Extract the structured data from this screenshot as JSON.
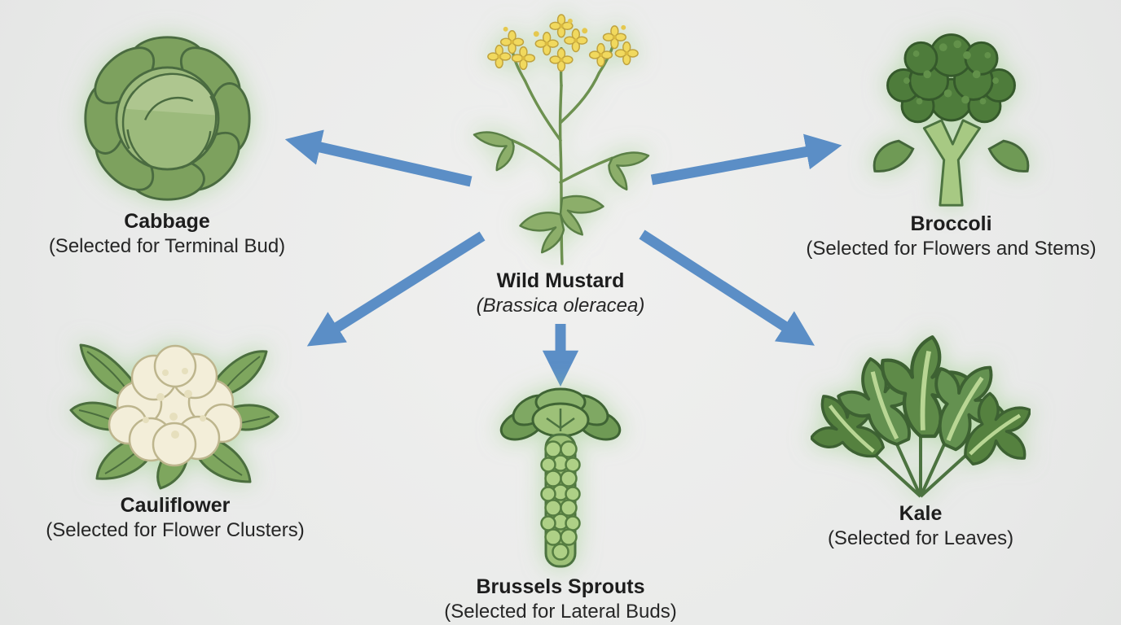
{
  "diagram": {
    "background_color": "#e9eae9",
    "arrow_color": "#5b8ec6",
    "center": {
      "name": "Wild Mustard",
      "subtitle": "(Brassica oleracea)"
    },
    "nodes": [
      {
        "id": "cabbage",
        "name": "Cabbage",
        "trait": "(Selected for Terminal Bud)"
      },
      {
        "id": "broccoli",
        "name": "Broccoli",
        "trait": "(Selected for Flowers and Stems)"
      },
      {
        "id": "cauliflower",
        "name": "Cauliflower",
        "trait": "(Selected for Flower Clusters)"
      },
      {
        "id": "brussels-sprouts",
        "name": "Brussels Sprouts",
        "trait": "(Selected for Lateral Buds)"
      },
      {
        "id": "kale",
        "name": "Kale",
        "trait": "(Selected for Leaves)"
      }
    ]
  }
}
